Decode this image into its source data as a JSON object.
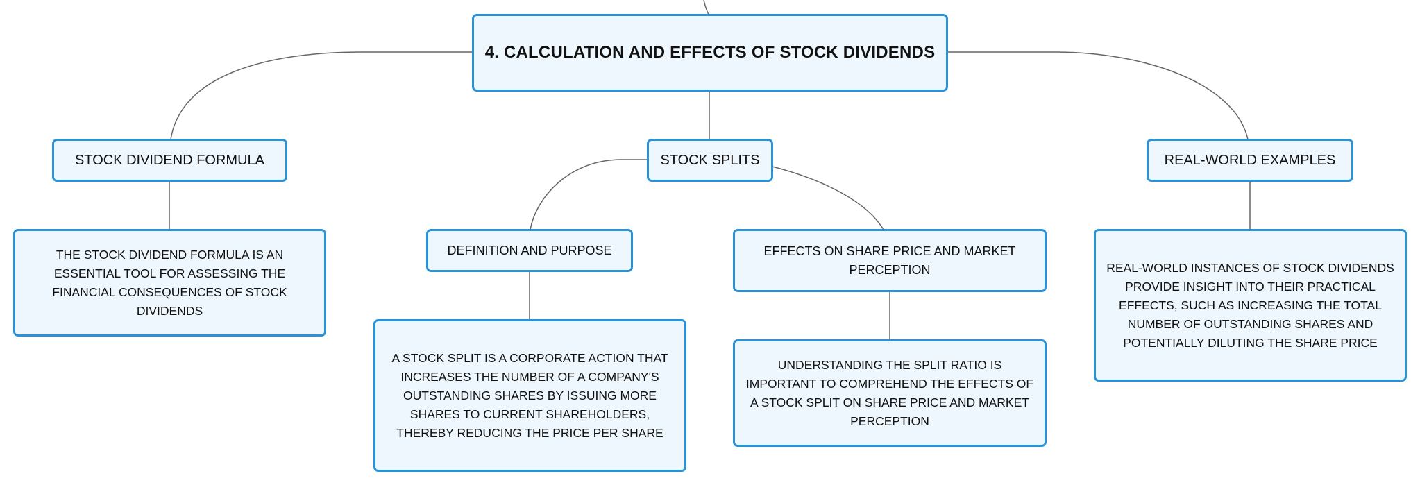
{
  "root": {
    "label": "4. CALCULATION AND EFFECTS OF STOCK DIVIDENDS"
  },
  "topics": {
    "formula": {
      "label": "STOCK DIVIDEND FORMULA",
      "detail": "THE STOCK DIVIDEND FORMULA IS AN ESSENTIAL TOOL FOR ASSESSING THE FINANCIAL CONSEQUENCES OF STOCK DIVIDENDS"
    },
    "splits": {
      "label": "STOCK SPLITS",
      "definition": {
        "label": "DEFINITION AND PURPOSE",
        "detail": "A STOCK SPLIT IS A CORPORATE ACTION THAT INCREASES THE NUMBER OF A COMPANY'S OUTSTANDING SHARES BY ISSUING MORE SHARES TO CURRENT SHAREHOLDERS, THEREBY REDUCING THE PRICE PER SHARE"
      },
      "effects": {
        "label": "EFFECTS ON SHARE PRICE AND MARKET PERCEPTION",
        "detail": "UNDERSTANDING THE SPLIT RATIO IS IMPORTANT TO COMPREHEND THE EFFECTS OF A STOCK SPLIT ON SHARE PRICE AND MARKET PERCEPTION"
      }
    },
    "examples": {
      "label": "REAL-WORLD EXAMPLES",
      "detail": "REAL-WORLD INSTANCES OF STOCK DIVIDENDS PROVIDE INSIGHT INTO THEIR PRACTICAL EFFECTS, SUCH AS INCREASING THE TOTAL NUMBER OF OUTSTANDING SHARES AND POTENTIALLY DILUTING THE SHARE PRICE"
    }
  },
  "colors": {
    "node_fill": "#eef7fd",
    "node_border": "#2a92d6",
    "connector": "#666666"
  }
}
